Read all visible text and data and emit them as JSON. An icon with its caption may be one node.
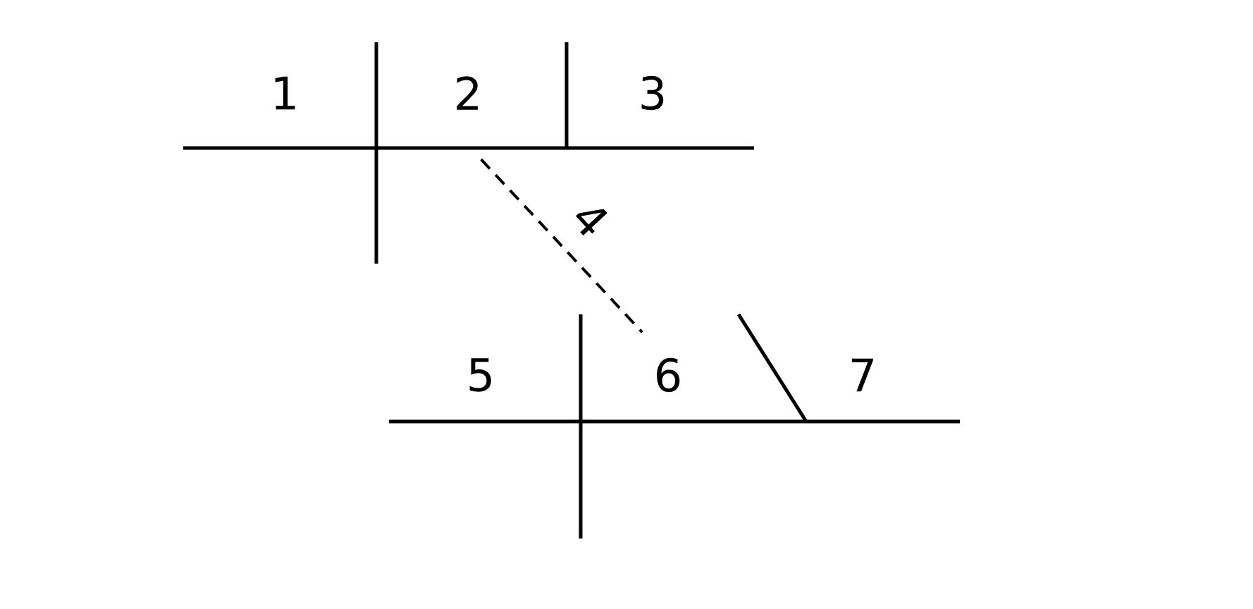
{
  "diagram": {
    "nodes": [
      {
        "text": [
          "2"
        ]
      },
      {
        "text": [
          "6"
        ]
      }
    ],
    "edges": [
      {
        "from": 0,
        "to": 1,
        "arrow": "none",
        "style": "dashed",
        "label": "4"
      }
    ],
    "labels": [
      "1",
      "3",
      "5",
      "7"
    ]
  }
}
